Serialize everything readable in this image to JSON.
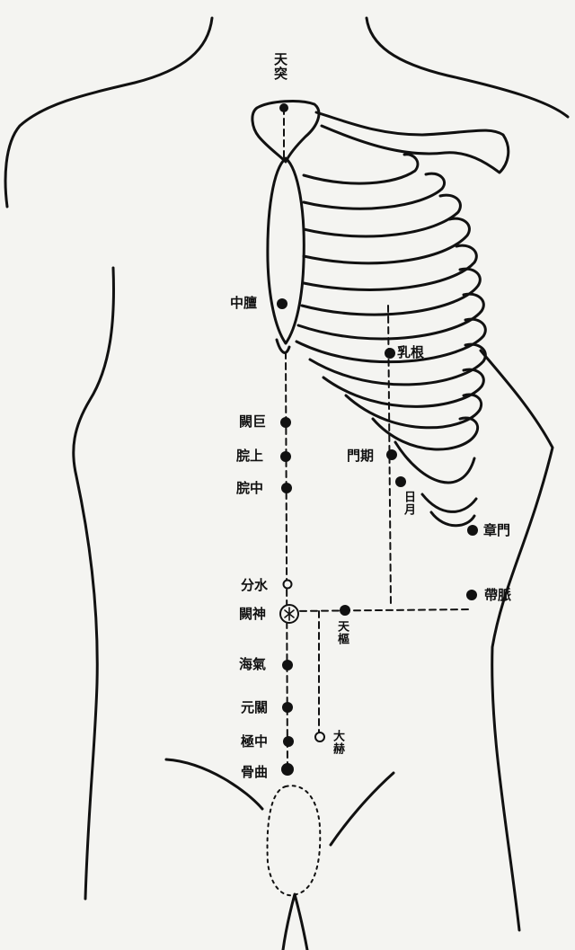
{
  "diagram": {
    "points": {
      "tiantu": "天突",
      "shanzhong": "中膻",
      "juque": "闕巨",
      "shangwan": "脘上",
      "zhongwan": "脘中",
      "shuifen": "分水",
      "shenque": "闕神",
      "qihai": "海氣",
      "guanyuan": "元關",
      "zhongji": "極中",
      "qugu": "骨曲",
      "rugen": "乳根",
      "qimen": "門期",
      "riyue": "日月",
      "zhangmen": "章門",
      "daimai": "帶脈",
      "tianshu": "天樞",
      "dahe": "大赫"
    },
    "colors": {
      "ink": "#111111",
      "paper": "#f4f4f1"
    }
  }
}
